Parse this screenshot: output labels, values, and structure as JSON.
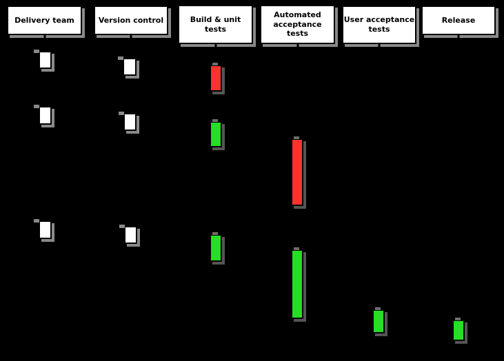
{
  "diagram": {
    "kind": "deployment-pipeline-sequence-diagram",
    "background": "#000000"
  },
  "colors": {
    "stage_fill": "#ffffff",
    "stage_border": "#000000",
    "stage_shadow": "#8a8a8a",
    "bar_shadow": "#555555",
    "box_fill": "#ffffff",
    "pass_green": "#24df24",
    "fail_red": "#fa332e",
    "text": "#000000"
  },
  "stages": [
    {
      "id": "delivery-team",
      "label": "Delivery team"
    },
    {
      "id": "version-control",
      "label": "Version control"
    },
    {
      "id": "build-unit-tests",
      "label": "Build & unit\ntests"
    },
    {
      "id": "automated-acceptance-tests",
      "label": "Automated\nacceptance tests"
    },
    {
      "id": "user-acceptance-tests",
      "label": "User acceptance\ntests"
    },
    {
      "id": "release",
      "label": "Release"
    }
  ],
  "activations": [
    {
      "stage": "Delivery team",
      "row": 1,
      "color": "white"
    },
    {
      "stage": "Version control",
      "row": 1,
      "color": "white"
    },
    {
      "stage": "Build & unit tests",
      "row": 1,
      "color": "red"
    },
    {
      "stage": "Delivery team",
      "row": 2,
      "color": "white"
    },
    {
      "stage": "Version control",
      "row": 2,
      "color": "white"
    },
    {
      "stage": "Build & unit tests",
      "row": 2,
      "color": "green"
    },
    {
      "stage": "Automated acceptance tests",
      "row": 2,
      "color": "red"
    },
    {
      "stage": "Delivery team",
      "row": 3,
      "color": "white"
    },
    {
      "stage": "Version control",
      "row": 3,
      "color": "white"
    },
    {
      "stage": "Build & unit tests",
      "row": 3,
      "color": "green"
    },
    {
      "stage": "Automated acceptance tests",
      "row": 3,
      "color": "green"
    },
    {
      "stage": "User acceptance tests",
      "row": 3,
      "color": "green"
    },
    {
      "stage": "Release",
      "row": 3,
      "color": "green"
    }
  ]
}
